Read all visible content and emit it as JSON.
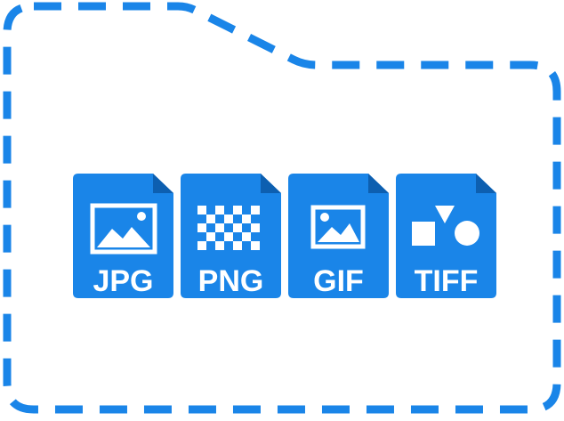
{
  "dropzone": {
    "accent_color": "#1a85e8",
    "shape": "dashed-folder-outline"
  },
  "file_types": [
    {
      "label": "JPG",
      "icon": "image-landscape-icon"
    },
    {
      "label": "PNG",
      "icon": "transparency-checkerboard-icon"
    },
    {
      "label": "GIF",
      "icon": "image-landscape-icon"
    },
    {
      "label": "TIFF",
      "icon": "geometric-shapes-icon"
    }
  ]
}
